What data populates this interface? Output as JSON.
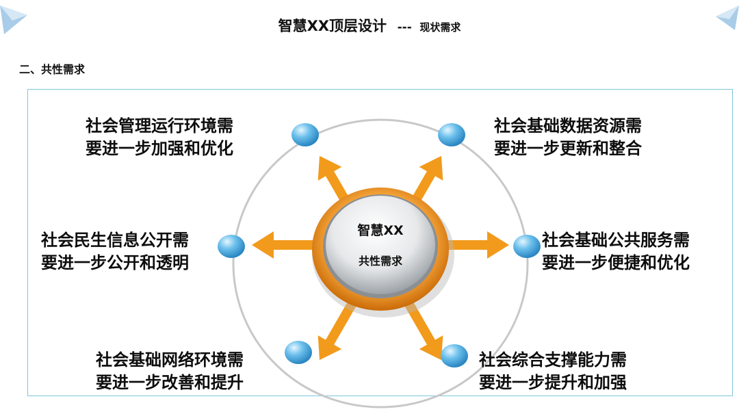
{
  "header": {
    "title": "智慧XX顶层设计",
    "separator": "---",
    "subtitle": "现状需求"
  },
  "section_heading": "二、共性需求",
  "center": {
    "line1": "智慧XX",
    "line2": "共性需求"
  },
  "needs": [
    {
      "line1": "社会管理运行环境需",
      "line2": "要进一步加强和优化"
    },
    {
      "line1": "社会基础数据资源需",
      "line2": "要进一步更新和整合"
    },
    {
      "line1": "社会民生信息公开需",
      "line2": "要进一步公开和透明"
    },
    {
      "line1": "社会基础公共服务需",
      "line2": "要进一步便捷和优化"
    },
    {
      "line1": "社会基础网络环境需",
      "line2": "要进一步改善和提升"
    },
    {
      "line1": "社会综合支撑能力需",
      "line2": "要进一步提升和加强"
    }
  ],
  "colors": {
    "arrow": "#f29a1b",
    "ring": "#e07d10",
    "node": "#4aa8db",
    "frame": "#7fc6d9",
    "orbit": "#c8c8c8"
  }
}
